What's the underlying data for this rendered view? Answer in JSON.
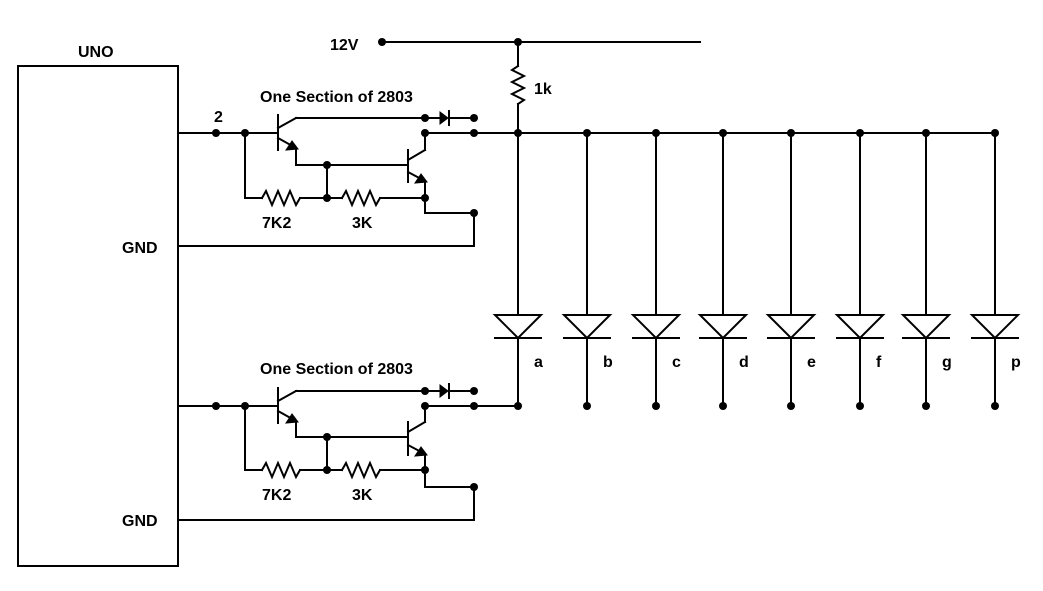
{
  "board": {
    "label": "UNO",
    "pin_label": "2",
    "gnd_labels": [
      "GND",
      "GND"
    ]
  },
  "supply": {
    "label": "12V",
    "resistor_label": "1k"
  },
  "drivers": [
    {
      "section_label": "One Section of 2803",
      "r1_label": "7K2",
      "r2_label": "3K"
    },
    {
      "section_label": "One Section of 2803",
      "r1_label": "7K2",
      "r2_label": "3K"
    }
  ],
  "segments": [
    "a",
    "b",
    "c",
    "d",
    "e",
    "f",
    "g",
    "p"
  ],
  "colors": {
    "line": "#000000",
    "background": "#ffffff"
  }
}
